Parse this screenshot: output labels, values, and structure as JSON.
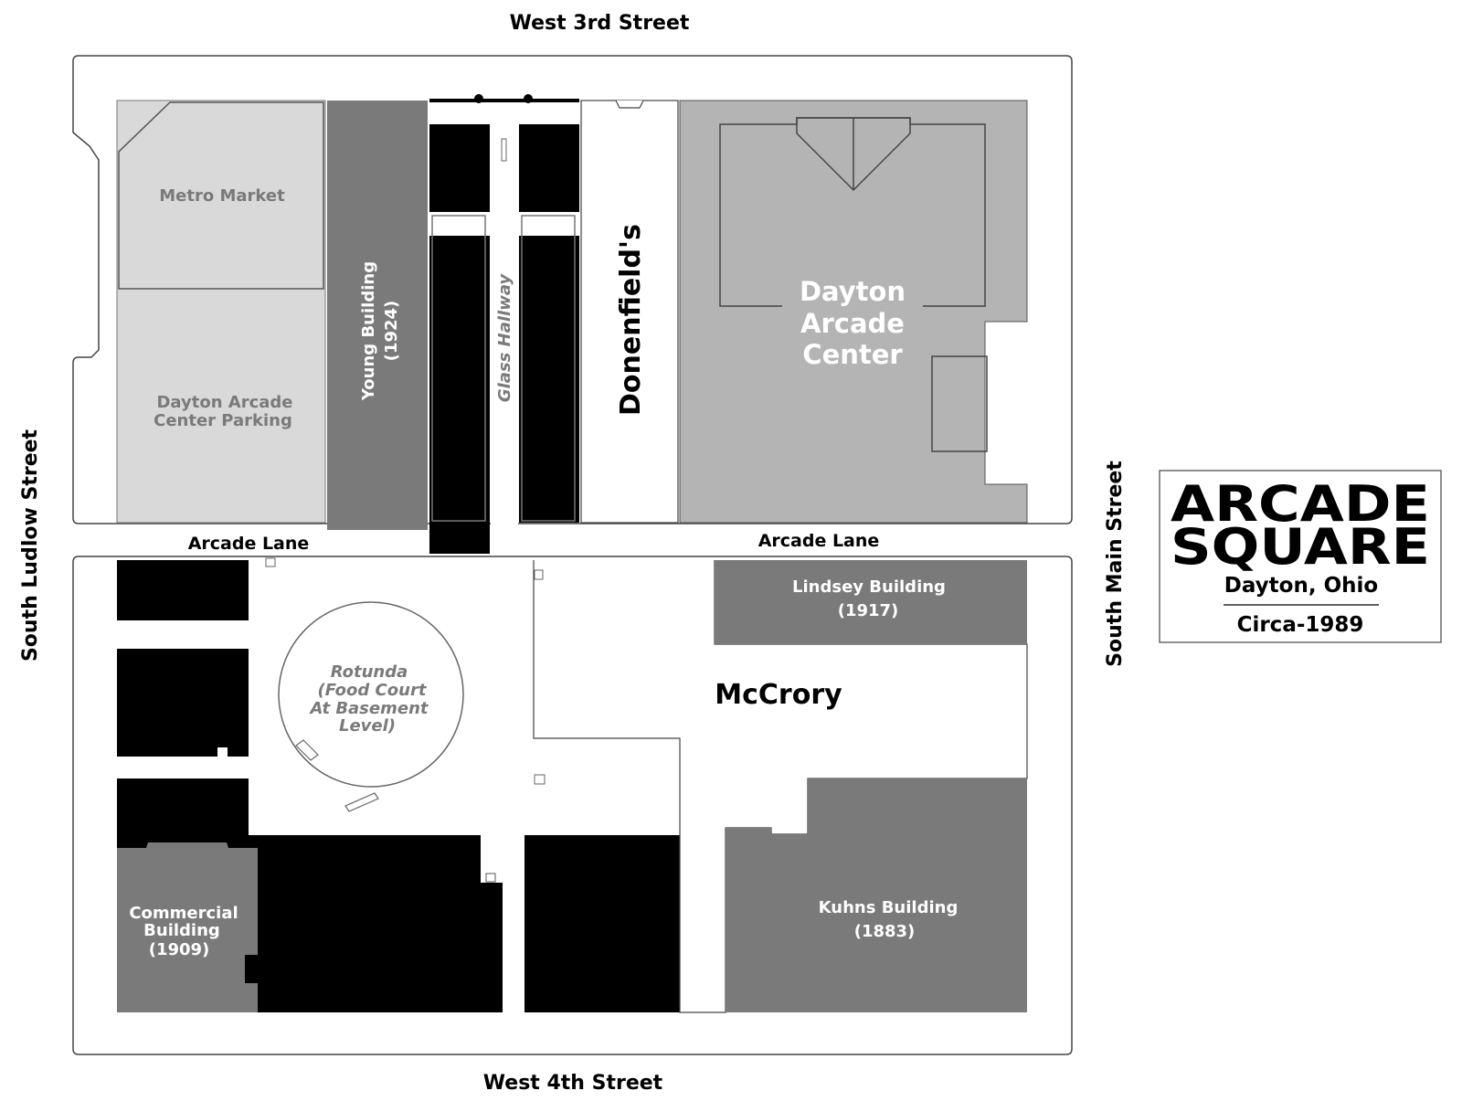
{
  "streets": {
    "north": "West 3rd Street",
    "south": "West 4th Street",
    "west": "South Ludlow Street",
    "east": "South Main Street"
  },
  "lanes": {
    "west": "Arcade Lane",
    "east": "Arcade Lane"
  },
  "buildings": {
    "metro_market": "Metro Market",
    "parking": [
      "Dayton Arcade",
      "Center Parking"
    ],
    "young": [
      "Young Building",
      "(1924)"
    ],
    "glass_hallway": "Glass Hallway",
    "donenfelds": "Donenfield's",
    "arcade_center": [
      "Dayton",
      "Arcade",
      "Center"
    ],
    "lindsey": [
      "Lindsey Building",
      "(1917)"
    ],
    "rotunda": [
      "Rotunda",
      "(Food Court",
      "At Basement",
      "Level)"
    ],
    "mccrory": "McCrory",
    "commercial": [
      "Commercial",
      "Building",
      "(1909)"
    ],
    "kuhns": [
      "Kuhns Building",
      "(1883)"
    ]
  },
  "legend": {
    "title_line1": "ARCADE",
    "title_line2": "SQUARE",
    "location": "Dayton, Ohio",
    "era": "Circa-1989"
  },
  "colors": {
    "black_fill": "#000000",
    "dark_gray": "#7a7a7a",
    "mid_gray": "#b4b4b4",
    "light_gray": "#d9d9d9",
    "outline": "#444444"
  }
}
